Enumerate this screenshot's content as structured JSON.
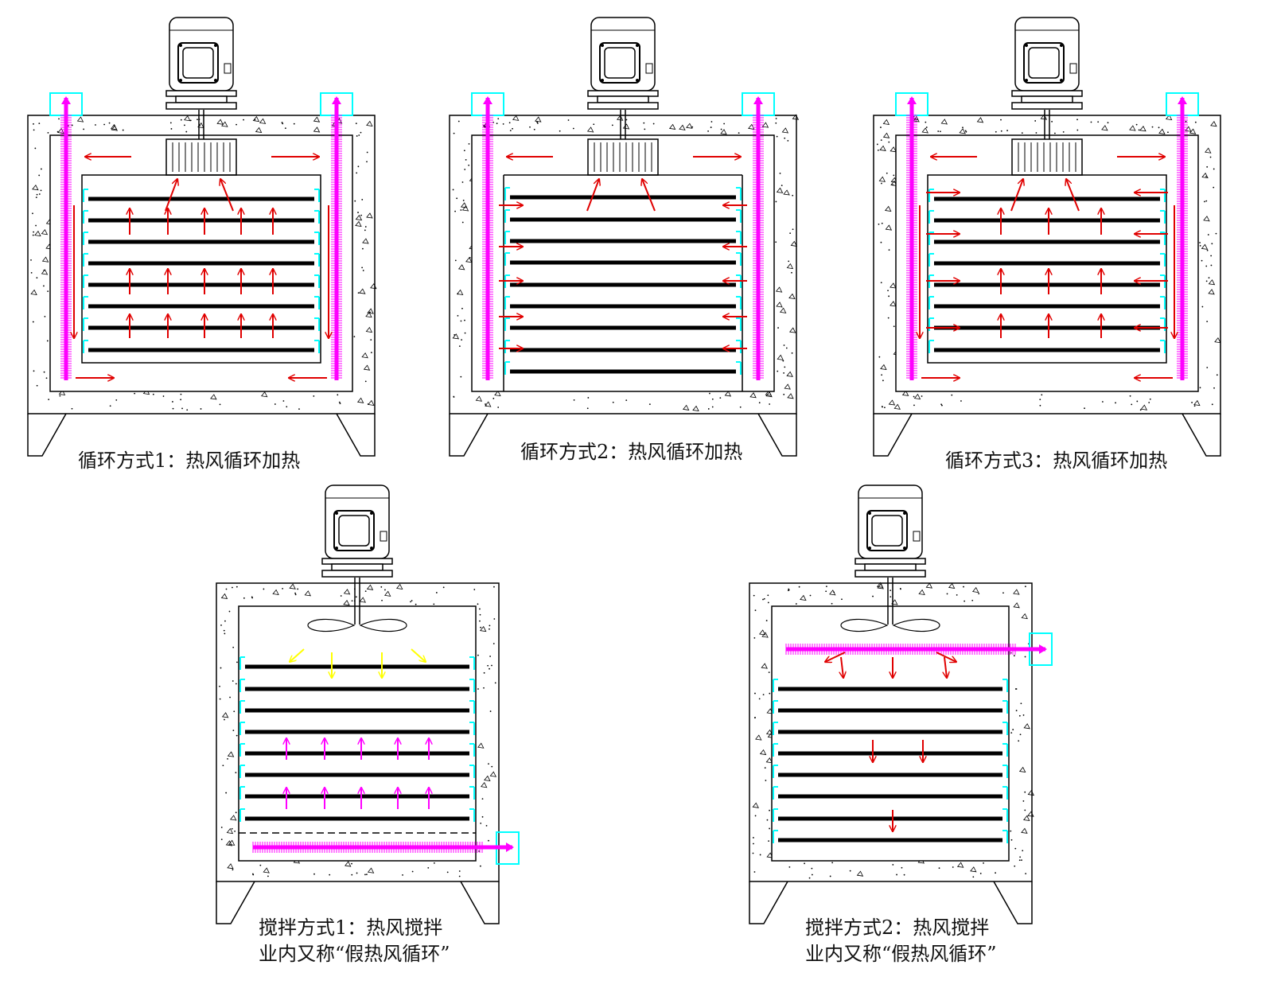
{
  "colors": {
    "heater": "#ff00ff",
    "flow_arrow": "#e00000",
    "mix_arrow": "#ffff00",
    "heater_box": "#00ffff",
    "shelf": "#000000"
  },
  "icons": [
    "motor-icon",
    "fan-icon",
    "heater-tube-icon",
    "airflow-arrow-icon"
  ],
  "ovens": [
    {
      "caption": "循环方式1：热风循环加热"
    },
    {
      "caption": "循环方式2：热风循环加热"
    },
    {
      "caption": "循环方式3：热风循环加热"
    },
    {
      "caption_line1": "搅拌方式1：热风搅拌",
      "caption_line2": "业内又称“假热风循环”"
    },
    {
      "caption_line1": "搅拌方式2：热风搅拌",
      "caption_line2": "业内又称“假热风循环”"
    }
  ]
}
